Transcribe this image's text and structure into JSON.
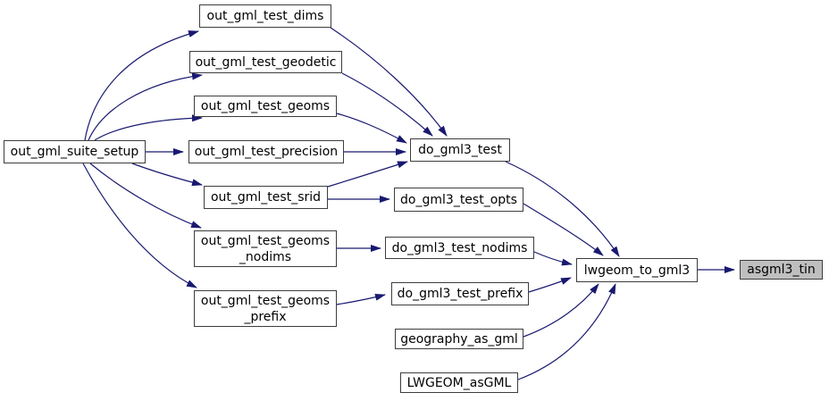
{
  "figure": {
    "type": "doxygen-caller-graph",
    "focus_node": "asgml3_tin"
  },
  "colors": {
    "background": "#ffffff",
    "edge": "#191970",
    "node_border": "#3d3d3d",
    "node_fill": "#ffffff",
    "focus_fill": "#bfbfbf",
    "text": "#000000"
  },
  "nodes": [
    {
      "id": "out_gml_suite_setup",
      "label": "out_gml_suite_setup"
    },
    {
      "id": "out_gml_test_dims",
      "label": "out_gml_test_dims"
    },
    {
      "id": "out_gml_test_geodetic",
      "label": "out_gml_test_geodetic"
    },
    {
      "id": "out_gml_test_geoms",
      "label": "out_gml_test_geoms"
    },
    {
      "id": "out_gml_test_precision",
      "label": "out_gml_test_precision"
    },
    {
      "id": "out_gml_test_srid",
      "label": "out_gml_test_srid"
    },
    {
      "id": "out_gml_test_geoms_nodims",
      "label": "out_gml_test_geoms\n_nodims"
    },
    {
      "id": "out_gml_test_geoms_prefix",
      "label": "out_gml_test_geoms\n_prefix"
    },
    {
      "id": "do_gml3_test",
      "label": "do_gml3_test"
    },
    {
      "id": "do_gml3_test_opts",
      "label": "do_gml3_test_opts"
    },
    {
      "id": "do_gml3_test_nodims",
      "label": "do_gml3_test_nodims"
    },
    {
      "id": "do_gml3_test_prefix",
      "label": "do_gml3_test_prefix"
    },
    {
      "id": "geography_as_gml",
      "label": "geography_as_gml"
    },
    {
      "id": "LWGEOM_asGML",
      "label": "LWGEOM_asGML"
    },
    {
      "id": "lwgeom_to_gml3",
      "label": "lwgeom_to_gml3"
    },
    {
      "id": "asgml3_tin",
      "label": "asgml3_tin"
    }
  ],
  "edges": [
    {
      "from": "out_gml_suite_setup",
      "to": "out_gml_test_dims"
    },
    {
      "from": "out_gml_suite_setup",
      "to": "out_gml_test_geodetic"
    },
    {
      "from": "out_gml_suite_setup",
      "to": "out_gml_test_geoms"
    },
    {
      "from": "out_gml_suite_setup",
      "to": "out_gml_test_precision"
    },
    {
      "from": "out_gml_suite_setup",
      "to": "out_gml_test_srid"
    },
    {
      "from": "out_gml_suite_setup",
      "to": "out_gml_test_geoms_nodims"
    },
    {
      "from": "out_gml_suite_setup",
      "to": "out_gml_test_geoms_prefix"
    },
    {
      "from": "out_gml_test_dims",
      "to": "do_gml3_test"
    },
    {
      "from": "out_gml_test_geodetic",
      "to": "do_gml3_test"
    },
    {
      "from": "out_gml_test_geoms",
      "to": "do_gml3_test"
    },
    {
      "from": "out_gml_test_precision",
      "to": "do_gml3_test"
    },
    {
      "from": "out_gml_test_srid",
      "to": "do_gml3_test"
    },
    {
      "from": "out_gml_test_srid",
      "to": "do_gml3_test_opts"
    },
    {
      "from": "out_gml_test_geoms_nodims",
      "to": "do_gml3_test_nodims"
    },
    {
      "from": "out_gml_test_geoms_prefix",
      "to": "do_gml3_test_prefix"
    },
    {
      "from": "do_gml3_test",
      "to": "lwgeom_to_gml3"
    },
    {
      "from": "do_gml3_test_opts",
      "to": "lwgeom_to_gml3"
    },
    {
      "from": "do_gml3_test_nodims",
      "to": "lwgeom_to_gml3"
    },
    {
      "from": "do_gml3_test_prefix",
      "to": "lwgeom_to_gml3"
    },
    {
      "from": "geography_as_gml",
      "to": "lwgeom_to_gml3"
    },
    {
      "from": "LWGEOM_asGML",
      "to": "lwgeom_to_gml3"
    },
    {
      "from": "lwgeom_to_gml3",
      "to": "asgml3_tin"
    }
  ]
}
